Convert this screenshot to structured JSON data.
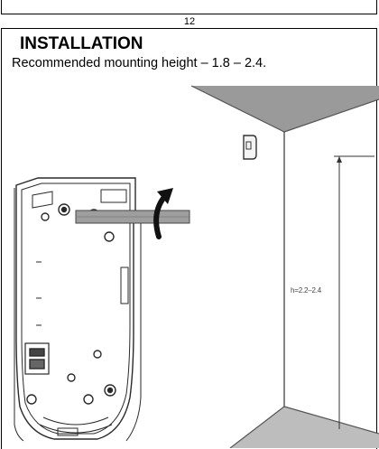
{
  "page": {
    "page_number": "12"
  },
  "section": {
    "title": "INSTALLATION",
    "subtitle": "Recommended mounting height – 1.8 – 2.4."
  },
  "illustration": {
    "height_label": "h=2.2–2.4"
  }
}
